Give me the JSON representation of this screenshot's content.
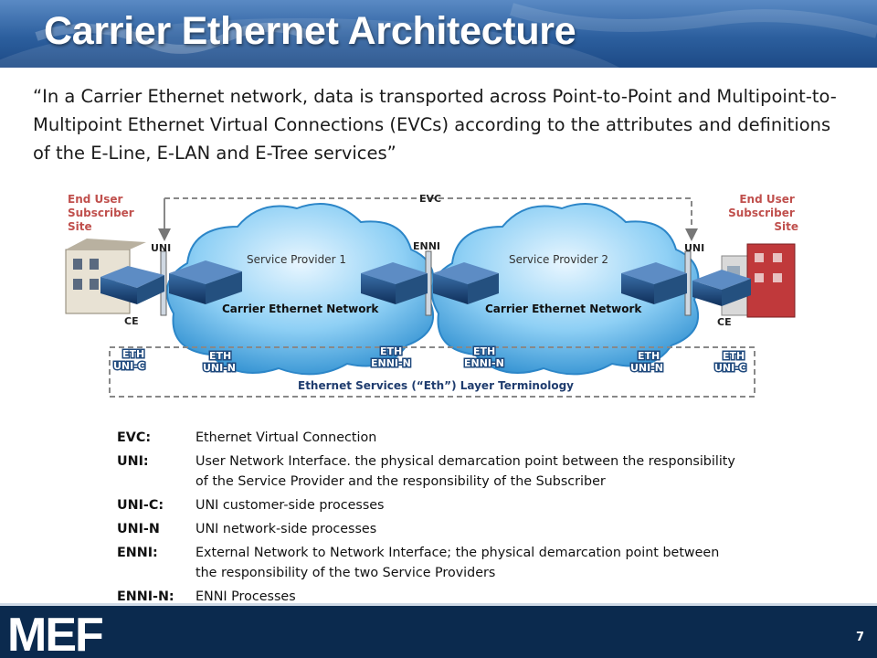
{
  "title": "Carrier Ethernet Architecture",
  "quote": "“In a Carrier Ethernet network, data is transported across Point-to-Point and Multipoint-to-Multipoint Ethernet Virtual Connections (EVCs) according to the attributes and definitions of the E-Line, E-LAN and E-Tree services”",
  "diagram": {
    "left_site": [
      "End User",
      "Subscriber",
      "Site"
    ],
    "right_site": [
      "End User",
      "Subscriber",
      "Site"
    ],
    "evc": "EVC",
    "uni": "UNI",
    "enni": "ENNI",
    "ce": "CE",
    "sp1": "Service Provider 1",
    "sp2": "Service Provider 2",
    "cen": "Carrier Ethernet Network",
    "eth_labels": {
      "uni_c_left": [
        "ETH",
        "UNI-C"
      ],
      "uni_n_left": [
        "ETH",
        "UNI-N"
      ],
      "enni_n_left": [
        "ETH",
        "ENNI-N"
      ],
      "enni_n_right": [
        "ETH",
        "ENNI-N"
      ],
      "uni_n_right": [
        "ETH",
        "UNI-N"
      ],
      "uni_c_right": [
        "ETH",
        "UNI-C"
      ]
    },
    "layer_caption": "Ethernet Services (“Eth”) Layer Terminology"
  },
  "definitions": [
    {
      "term": "EVC:",
      "desc": "Ethernet Virtual Connection"
    },
    {
      "term": "UNI:",
      "desc": "User Network Interface. the physical demarcation point between the responsibility of the Service Provider and the responsibility of the Subscriber"
    },
    {
      "term": "UNI-C:",
      "desc": "UNI customer-side processes"
    },
    {
      "term": "UNI-N",
      "desc": "UNI network-side  processes"
    },
    {
      "term": "ENNI:",
      "desc": "External Network to Network Interface; the physical demarcation point between the responsibility of the two Service Providers"
    },
    {
      "term": "ENNI-N:",
      "desc": "ENNI Processes"
    }
  ],
  "footer": {
    "logo": "MEF",
    "page": "7"
  },
  "colors": {
    "header": "#2c5f9e",
    "footer": "#0b2a4e",
    "accent_red": "#c0504d",
    "cloud": "#4aa8e0"
  }
}
